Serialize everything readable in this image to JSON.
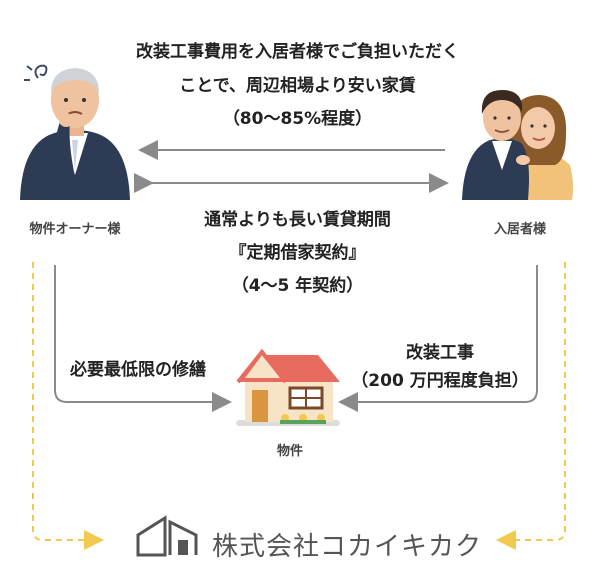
{
  "top_message": {
    "line1": "改装工事費用を入居者様でご負担いただく",
    "line2": "ことで、周辺相場より安い家賃",
    "line3": "（80〜85%程度）"
  },
  "middle_message": {
    "line1": "通常よりも長い賃貸期間",
    "line2": "『定期借家契約』",
    "line3": "（4〜5 年契約）"
  },
  "owner": {
    "label": "物件オーナー様",
    "icon": "worried-owner-icon"
  },
  "tenant": {
    "label": "入居者様",
    "icon": "tenant-couple-icon"
  },
  "property": {
    "label": "物件",
    "icon": "house-icon"
  },
  "left_flow": {
    "label": "必要最低限の修繕"
  },
  "right_flow": {
    "line1": "改装工事",
    "line2": "（200 万円程度負担）"
  },
  "company": {
    "name": "株式会社コカイキカク",
    "icon": "company-logo-icon"
  },
  "colors": {
    "arrow_gray": "#8a8a8a",
    "dashed_yellow": "#f2c94c",
    "house_roof": "#e86b5f",
    "house_wall": "#f7e4c7",
    "navy": "#2d3b55"
  }
}
